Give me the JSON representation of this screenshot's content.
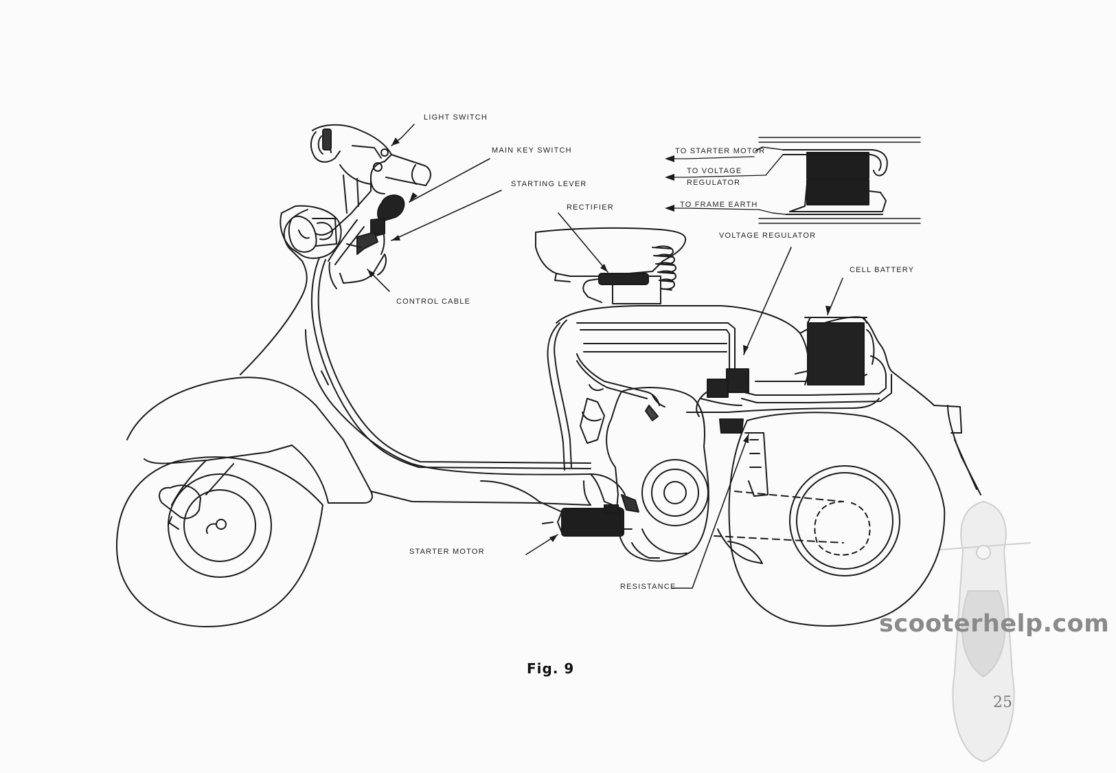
{
  "labels": {
    "light_switch": "LIGHT SWITCH",
    "main_key_switch": "MAIN KEY SWITCH",
    "starting_lever": "STARTING LEVER",
    "rectifier": "RECTIFIER",
    "control_cable": "CONTROL CABLE",
    "voltage_regulator": "VOLTAGE REGULATOR",
    "cell_battery": "CELL BATTERY",
    "starter_motor": "STARTER MOTOR",
    "resistance": "RESISTANCE"
  },
  "inset": {
    "to_starter_motor": "TO STARTER MOTOR",
    "to_voltage": "TO VOLTAGE",
    "regulator": "REGULATOR",
    "to_frame_earth": "TO FRAME EARTH"
  },
  "figure_caption": "Fig. 9",
  "watermark": "scooterhelp.com",
  "page_number": "25"
}
